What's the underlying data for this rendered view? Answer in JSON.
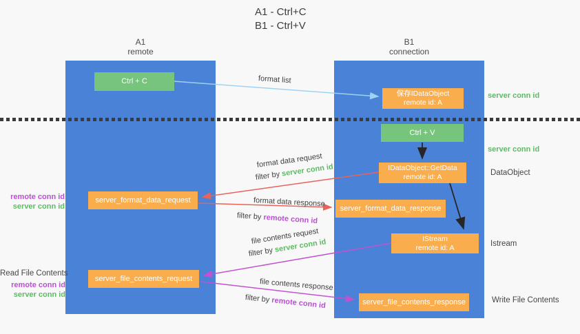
{
  "title": {
    "line1": "A1 - Ctrl+C",
    "line2": "B1 - Ctrl+V"
  },
  "lanes": {
    "left": {
      "name": "A1",
      "subtitle": "remote"
    },
    "right": {
      "name": "B1",
      "subtitle": "connection"
    }
  },
  "nodes": {
    "ctrl_c": {
      "label": "Ctrl + C"
    },
    "save_dataobject": {
      "line1": "保存IDataObject",
      "line2": "remote id: A"
    },
    "ctrl_v": {
      "label": "Ctrl + V"
    },
    "getdata": {
      "line1": "IDataObject::GetData",
      "line2": "remote id: A"
    },
    "format_request": {
      "label": "server_format_data_request"
    },
    "format_response": {
      "label": "server_format_data_response"
    },
    "istream": {
      "line1": "IStream",
      "line2": "remote id: A"
    },
    "file_request": {
      "label": "server_file_contents_request"
    },
    "file_response": {
      "label": "server_file_contents_response"
    }
  },
  "annotations": {
    "format_list": "format list",
    "format_request_label": "format data request",
    "format_request_filter": {
      "prefix": "filter by ",
      "value": "server conn id"
    },
    "format_response_label": "format data response",
    "format_response_filter": {
      "prefix": "filter by ",
      "value": "remote conn id"
    },
    "file_request_label": "file contents request",
    "file_request_filter": {
      "prefix": "filter by ",
      "value": "server conn id"
    },
    "file_response_label": "file contents response",
    "file_response_filter": {
      "prefix": "filter by ",
      "value": "remote conn id"
    },
    "server_conn_id_top": "server conn id",
    "server_conn_id_mid": "server conn id",
    "dataobject": "DataObject",
    "istream": "Istream",
    "write_file_contents": "Write File Contents",
    "read_file_contents": "Read File Contents",
    "left_block1": {
      "remote": "remote conn id",
      "server": "server conn id"
    },
    "left_block2": {
      "remote": "remote conn id",
      "server": "server conn id"
    }
  },
  "colors": {
    "lane_blue": "#4a82d8",
    "node_green": "#77c57d",
    "node_orange": "#f9ad4d",
    "arrow_lightblue": "#9fd2ef",
    "arrow_red": "#e8635a",
    "arrow_magenta": "#c352cf",
    "arrow_black": "#262626",
    "text_green": "#5eba64",
    "text_purple": "#ba4fd3",
    "text_dark": "#3f3f3f"
  }
}
